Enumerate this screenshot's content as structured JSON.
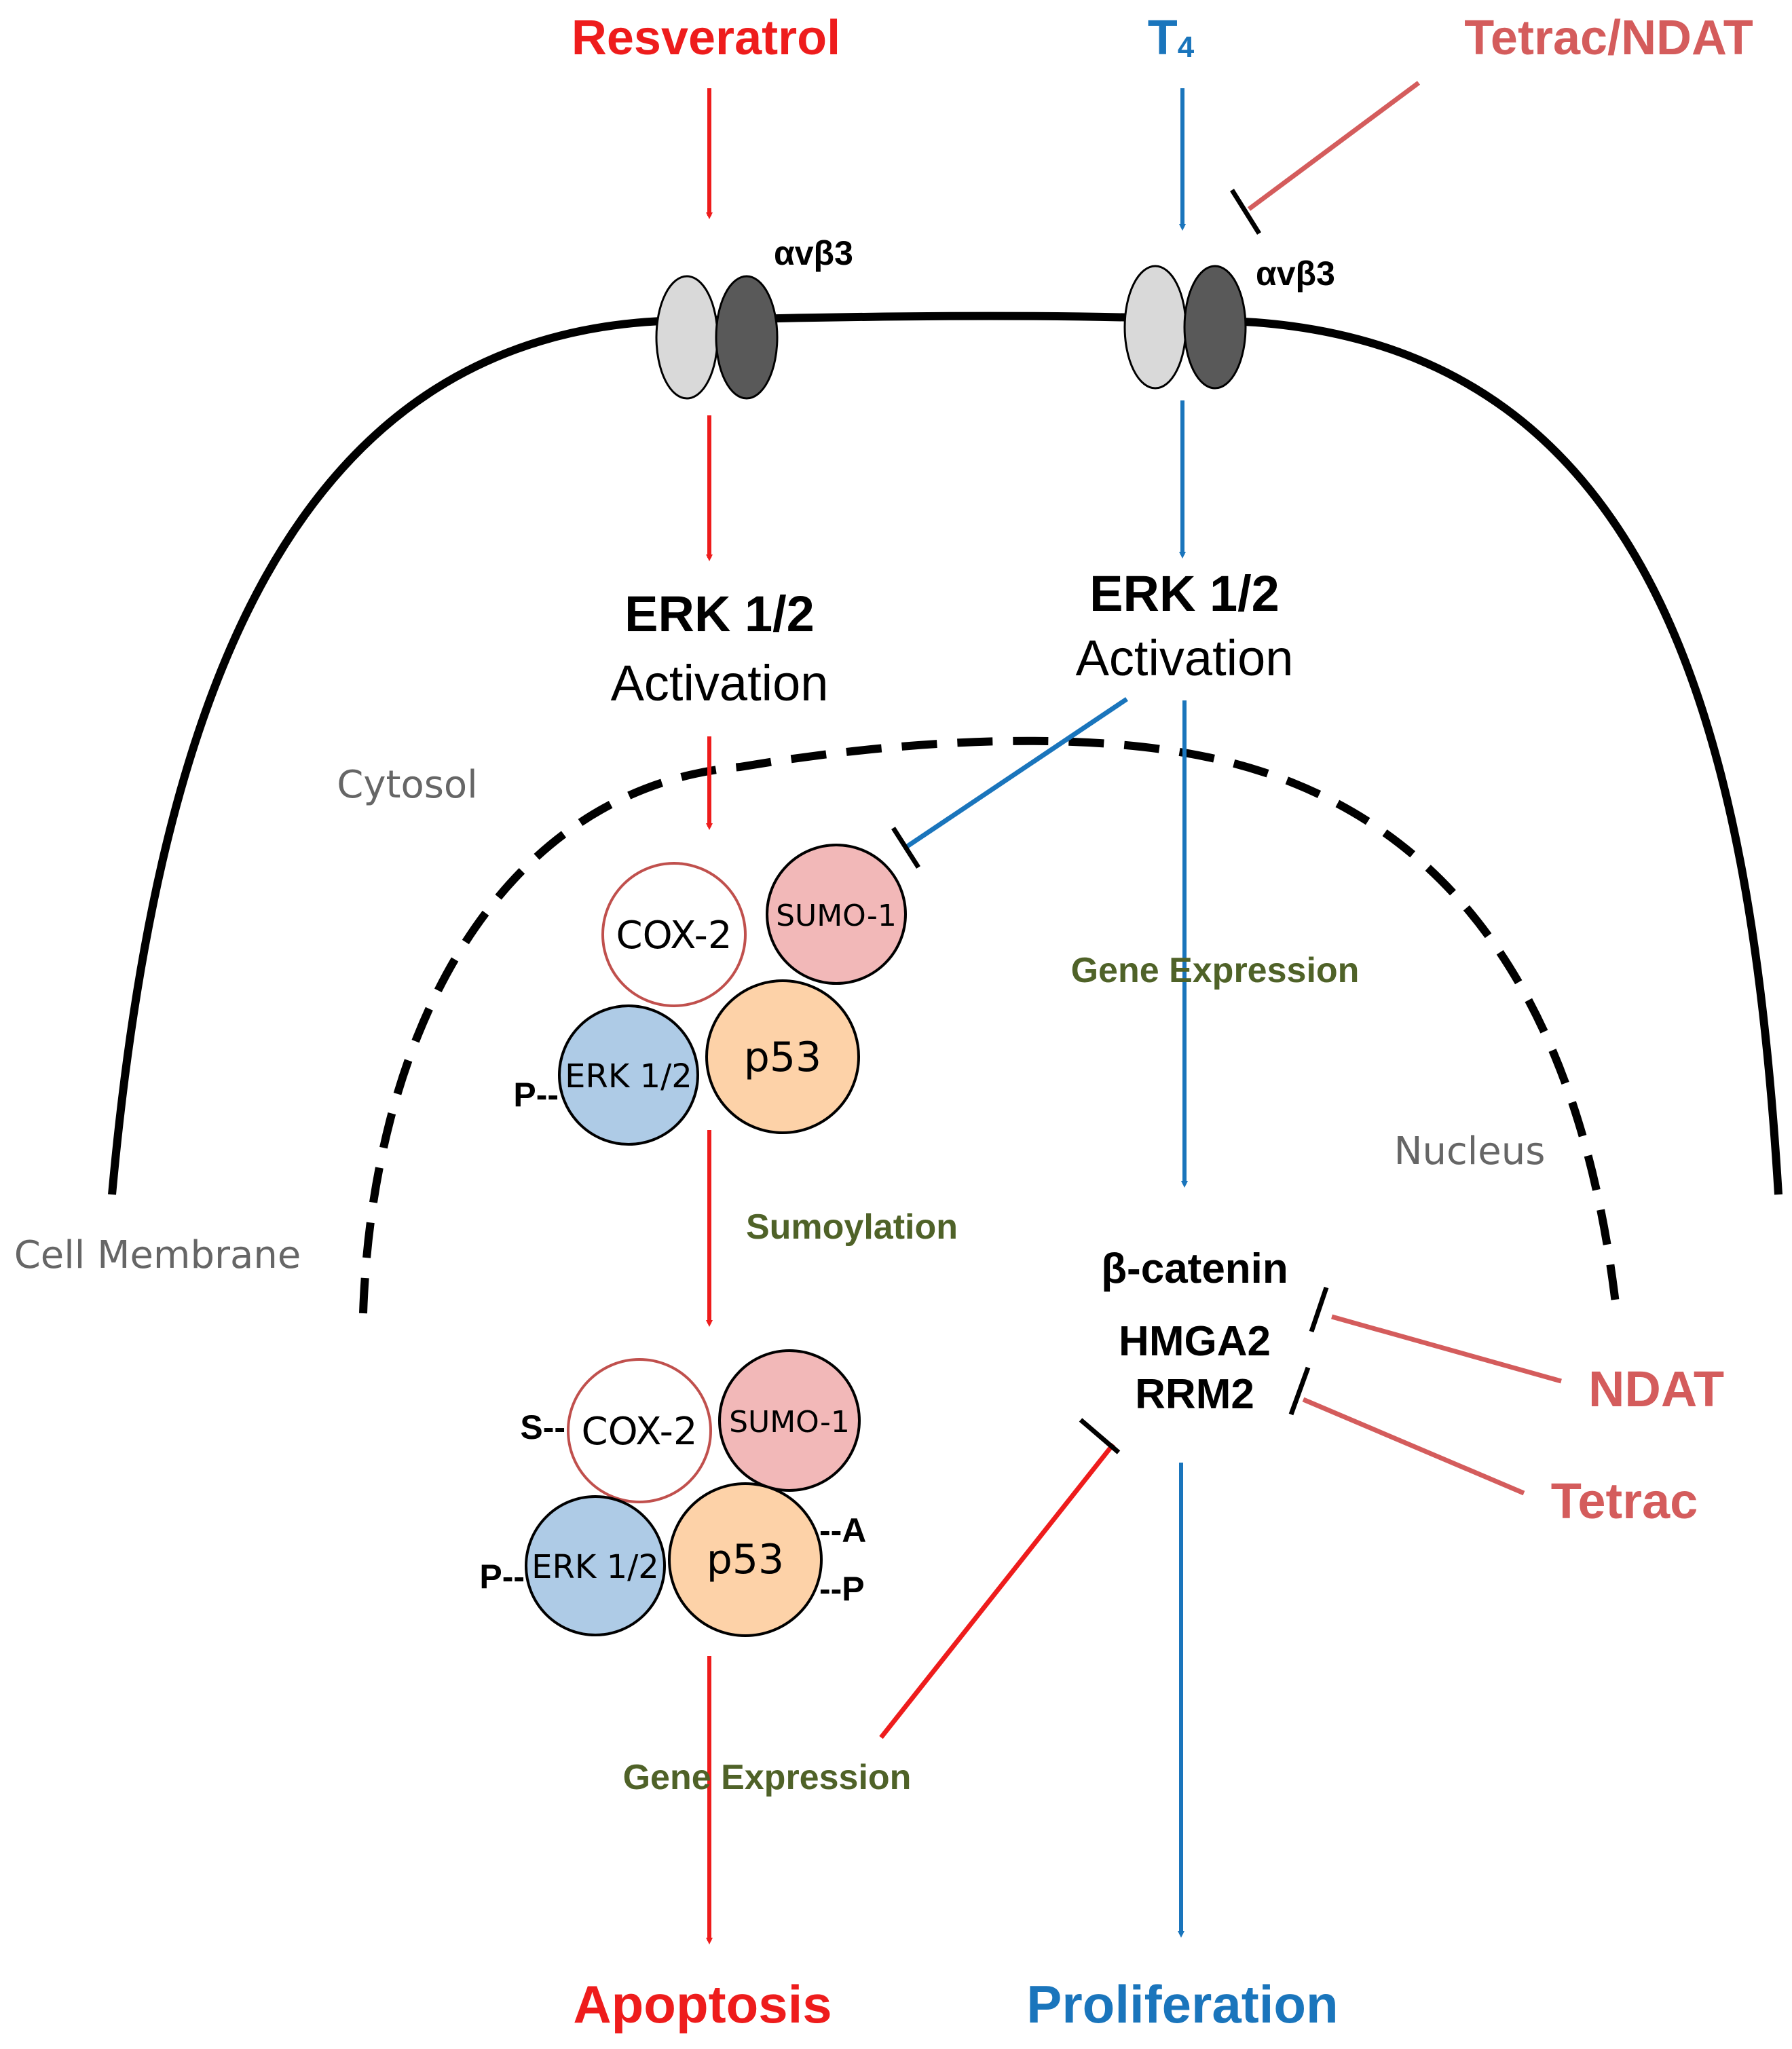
{
  "colors": {
    "red": "#ee1c1c",
    "blue": "#1a75bc",
    "inhib": "#d45c5c",
    "green": "#4f6228",
    "gray": "#666666",
    "black": "#000000",
    "sumo": "#f2b8b8",
    "erk": "#aecbe6",
    "p53": "#fdd2a8",
    "integrin_light": "#d9d9d9",
    "integrin_dark": "#595959"
  },
  "inputs": {
    "resveratrol": "Resveratrol",
    "t4_main": "T",
    "t4_sub": "4",
    "tetrac_ndat": "Tetrac/NDAT"
  },
  "receptors": {
    "left": "αvβ3",
    "right": "αvβ3"
  },
  "compartments": {
    "cytosol": "Cytosol",
    "nucleus": "Nucleus",
    "cell_membrane": "Cell Membrane"
  },
  "erk_left": {
    "title": "ERK 1/2",
    "subtitle": "Activation"
  },
  "erk_right": {
    "title": "ERK 1/2",
    "subtitle": "Activation"
  },
  "complex1": {
    "cox2": "COX-2",
    "sumo1": "SUMO-1",
    "erk": "ERK 1/2",
    "p53": "p53",
    "erk_mark": "P--"
  },
  "complex2": {
    "cox2": "COX-2",
    "sumo1": "SUMO-1",
    "erk": "ERK 1/2",
    "p53": "p53",
    "cox2_mark": "S--",
    "erk_mark": "P--",
    "p53_mark_a": "--A",
    "p53_mark_p": "--P"
  },
  "process_labels": {
    "sumoylation": "Sumoylation",
    "gene_expression_right": "Gene Expression",
    "gene_expression_left": "Gene Expression"
  },
  "targets": {
    "beta_catenin": "β-catenin",
    "hmga2": "HMGA2",
    "rrm2": "RRM2"
  },
  "inhibitors": {
    "ndat": "NDAT",
    "tetrac": "Tetrac"
  },
  "outputs": {
    "apoptosis": "Apoptosis",
    "proliferation": "Proliferation"
  }
}
